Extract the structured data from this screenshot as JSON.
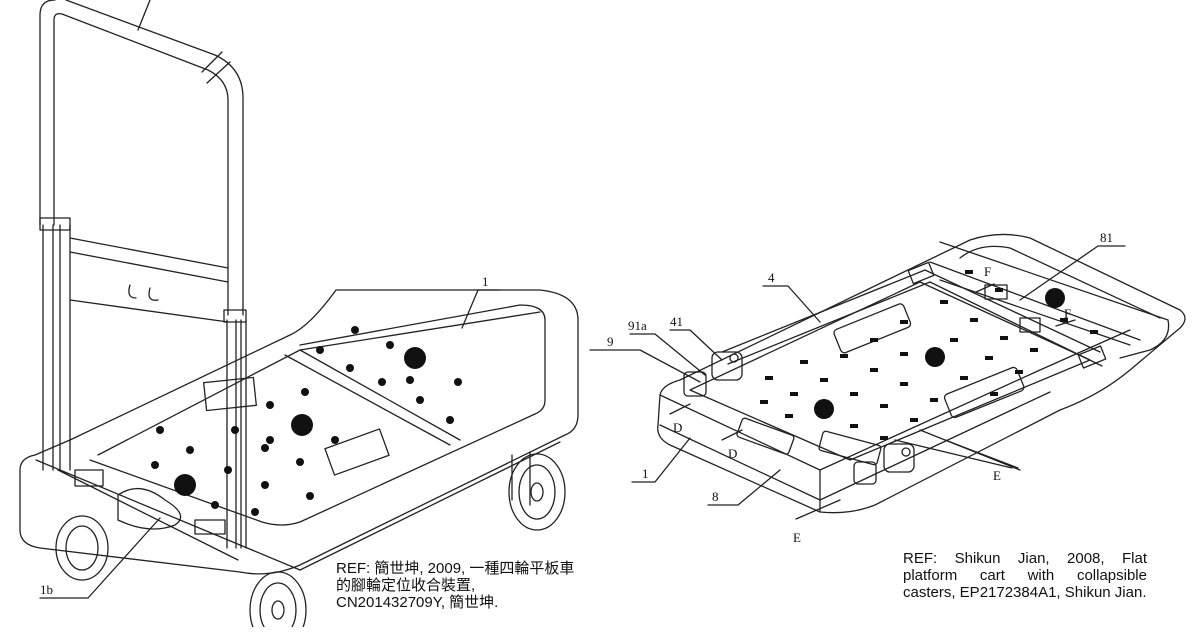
{
  "left_figure": {
    "callouts": [
      "1",
      "1b"
    ]
  },
  "right_figure": {
    "callouts": [
      "81",
      "4",
      "91a",
      "41",
      "9",
      "1",
      "8",
      "D",
      "D",
      "E",
      "E",
      "F",
      "F"
    ]
  },
  "references": {
    "left": "REF: 簡世坤, 2009, 一種四輪平板車的腳輪定位收合裝置, CN201432709Y, 簡世坤.",
    "right": "REF: Shikun Jian, 2008, Flat platform cart with collapsible casters, EP2172384A1, Shikun Jian."
  }
}
